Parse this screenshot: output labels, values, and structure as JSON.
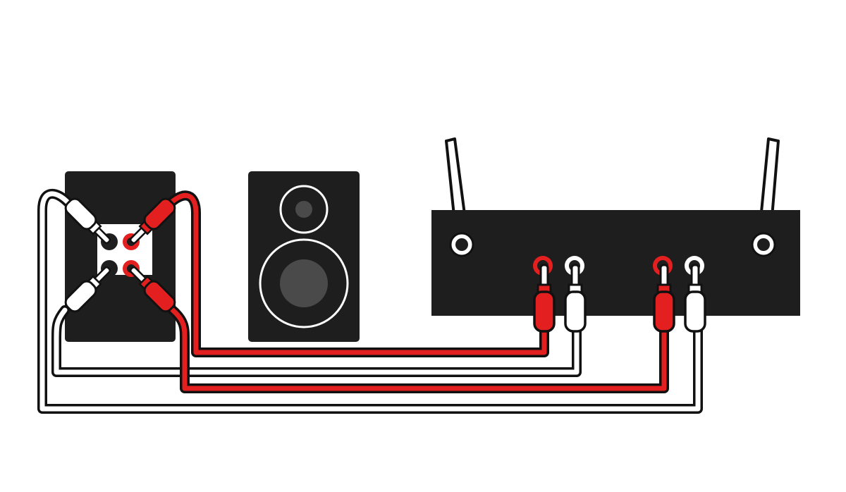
{
  "diagram": {
    "colors": {
      "background": "#ffffff",
      "device": "#1e1e1e",
      "cable_red": "#e3201f",
      "cable_white": "#ffffff",
      "outline": "#111111",
      "driver_gray": "#4a4a4a"
    },
    "components": [
      "speaker-back-terminals",
      "speaker-front",
      "amplifier-receiver"
    ],
    "connections": [
      {
        "from": "speaker-terminal-top-left",
        "to": "amp-output-b-white",
        "color": "white"
      },
      {
        "from": "speaker-terminal-bottom-left",
        "to": "amp-output-a-white",
        "color": "white"
      },
      {
        "from": "speaker-terminal-top-right",
        "to": "amp-output-a-red",
        "color": "red"
      },
      {
        "from": "speaker-terminal-bottom-right",
        "to": "amp-output-b-red",
        "color": "red"
      }
    ]
  }
}
